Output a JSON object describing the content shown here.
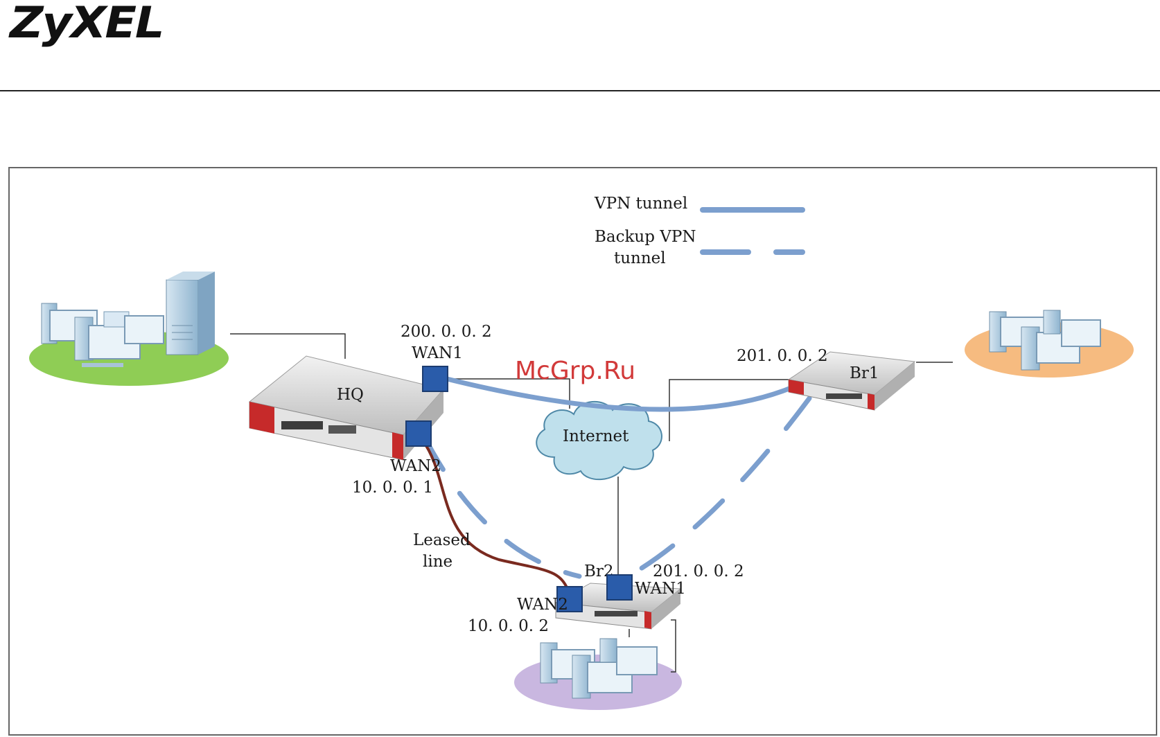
{
  "header": {
    "logo_text": "ZyXEL"
  },
  "diagram": {
    "legend": {
      "vpn_tunnel": "VPN tunnel",
      "backup_line1": "Backup VPN",
      "backup_line2": "tunnel"
    },
    "nodes": {
      "hq": "HQ",
      "br1": "Br1",
      "br2": "Br2",
      "internet": "Internet"
    },
    "labels": {
      "hq_wan1_ip": "200. 0. 0. 2",
      "hq_wan1": "WAN1",
      "hq_wan2": "WAN2",
      "hq_wan2_ip": "10. 0. 0. 1",
      "br1_ip": "201. 0. 0. 2",
      "br2_wan1_ip": "201. 0. 0. 2",
      "br2_wan1": "WAN1",
      "br2_wan2": "WAN2",
      "br2_wan2_ip": "10. 0. 0. 2",
      "leased_line1": "Leased",
      "leased_line2": "line"
    },
    "watermark": "McGrp.Ru",
    "colors": {
      "tunnel": "#7c9fce",
      "leased": "#7a2a1f",
      "port": "#2a5caa",
      "lan_hq": "#8fcd55",
      "lan_br1": "#f6bb80",
      "lan_br2": "#c9b7e0",
      "cloud": "#bfe0ec",
      "device_red": "#c62a2a"
    }
  }
}
